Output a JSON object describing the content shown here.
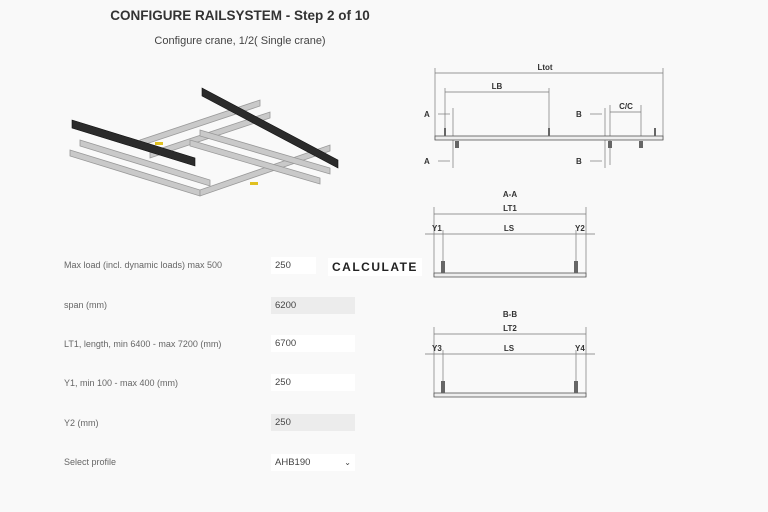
{
  "header": {
    "title_main": "CONFIGURE RAILSYSTEM",
    "title_step": " - Step 2 of 10",
    "subtitle": "Configure crane, 1/2( Single crane)"
  },
  "form": {
    "max_load": {
      "label": "Max load (incl. dynamic loads) max 500",
      "value": "250"
    },
    "calculate_label": "CALCULATE",
    "span": {
      "label": "span (mm)",
      "value": "6200"
    },
    "lt1": {
      "label": "LT1, length, min 6400 - max 7200 (mm)",
      "value": "6700"
    },
    "y1": {
      "label": "Y1, min 100 - max 400 (mm)",
      "value": "250"
    },
    "y2": {
      "label": "Y2 (mm)",
      "value": "250"
    },
    "profile": {
      "label": "Select profile",
      "value": "AHB190"
    }
  },
  "diagrams": {
    "side": {
      "ltot": "Ltot",
      "lb": "LB",
      "cc": "C/C",
      "a": "A",
      "b": "B"
    },
    "aa": {
      "title": "A-A",
      "lt": "LT1",
      "left": "Y1",
      "mid": "LS",
      "right": "Y2"
    },
    "bb": {
      "title": "B-B",
      "lt": "LT2",
      "left": "Y3",
      "mid": "LS",
      "right": "Y4"
    }
  }
}
